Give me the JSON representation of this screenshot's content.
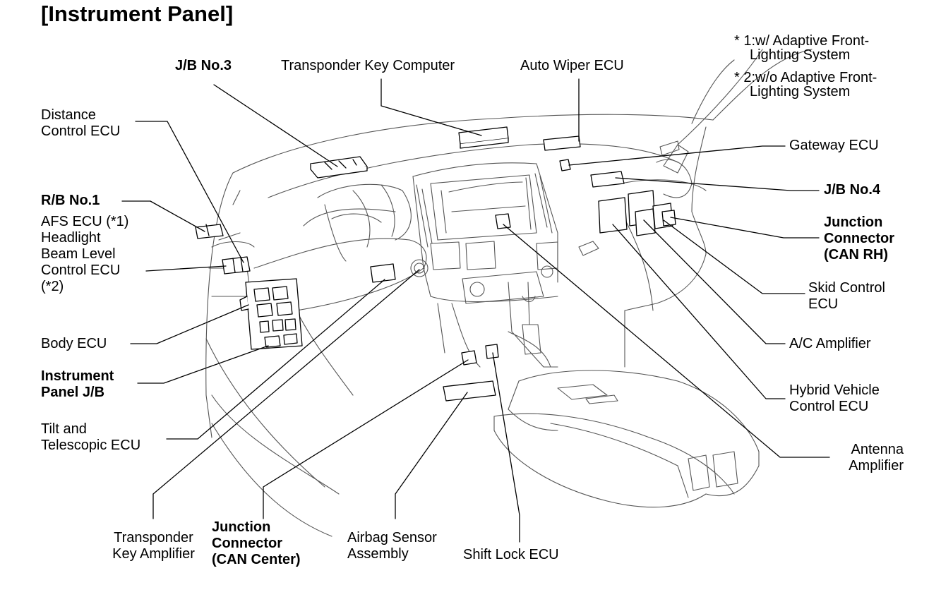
{
  "title": "[Instrument Panel]",
  "notes": {
    "note1": [
      "* 1:w/ Adaptive Front-",
      "Lighting System"
    ],
    "note2": [
      "* 2:w/o Adaptive Front-",
      "Lighting System"
    ]
  },
  "labels": {
    "jb3": "J/B No.3",
    "transponder_key_computer": "Transponder Key Computer",
    "auto_wiper_ecu": "Auto Wiper ECU",
    "distance_control_ecu": [
      "Distance",
      "Control ECU"
    ],
    "gateway_ecu": "Gateway ECU",
    "rb1": "R/B No.1",
    "jb4": "J/B No.4",
    "afs_ecu": [
      "AFS ECU (*1)",
      "Headlight",
      "Beam Level",
      "Control ECU",
      "(*2)"
    ],
    "junction_connector_rh": [
      "Junction",
      "Connector",
      "(CAN RH)"
    ],
    "skid_control_ecu": [
      "Skid Control",
      "ECU"
    ],
    "body_ecu": "Body ECU",
    "ac_amplifier": "A/C Amplifier",
    "instrument_panel_jb": [
      "Instrument",
      "Panel J/B"
    ],
    "hybrid_vehicle_control_ecu": [
      "Hybrid Vehicle",
      "Control ECU"
    ],
    "tilt_telescopic_ecu": [
      "Tilt and",
      "Telescopic ECU"
    ],
    "antenna_amplifier": [
      "Antenna",
      "Amplifier"
    ],
    "transponder_key_amplifier": [
      "Transponder",
      "Key Amplifier"
    ],
    "junction_connector_center": [
      "Junction",
      "Connector",
      "(CAN Center)"
    ],
    "airbag_sensor_assembly": [
      "Airbag Sensor",
      "Assembly"
    ],
    "shift_lock_ecu": "Shift Lock ECU"
  }
}
